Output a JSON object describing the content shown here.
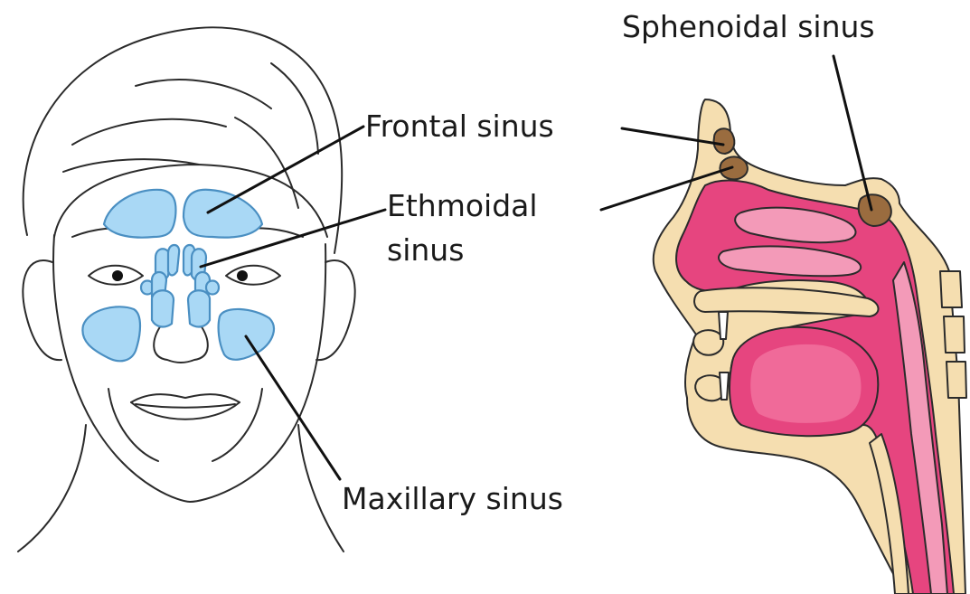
{
  "labels": {
    "sphenoidal": "Sphenoidal sinus",
    "frontal": "Frontal sinus",
    "ethmoidal_line1": "Ethmoidal",
    "ethmoidal_line2": "sinus",
    "maxillary": "Maxillary sinus"
  },
  "colors": {
    "sinus_fill": "#a9d8f5",
    "sinus_stroke": "#4a8fc2",
    "outline": "#2b2b2b",
    "tissue_pink": "#e6457f",
    "tissue_light_pink": "#f39ab8",
    "bone_cream": "#f5deb0",
    "sinus_brown": "#9a6c3f",
    "leader_line": "#111111"
  },
  "icons": {
    "front_face": "face-front-view-icon",
    "sagittal_head": "head-sagittal-section-icon"
  }
}
